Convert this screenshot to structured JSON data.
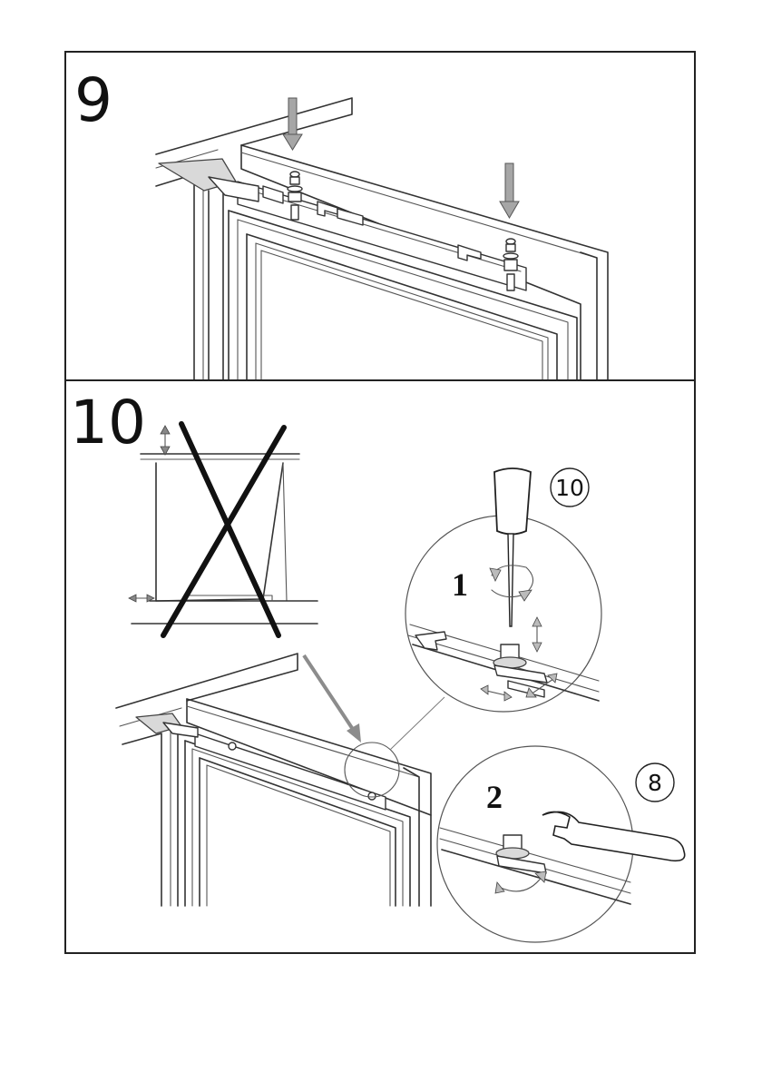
{
  "steps": [
    {
      "number": "9"
    },
    {
      "number": "10"
    }
  ],
  "details": [
    {
      "label": "1",
      "tool_number": "10"
    },
    {
      "label": "2",
      "tool_number": "8"
    }
  ],
  "colors": {
    "line": "#333333",
    "arrow": "#a6a6a6",
    "frame": "#222222"
  },
  "icons": [
    "screwdriver-icon",
    "wrench-icon",
    "rotate-arrows-icon",
    "double-arrow-icon",
    "press-down-arrow-icon",
    "cross-mark-icon"
  ]
}
